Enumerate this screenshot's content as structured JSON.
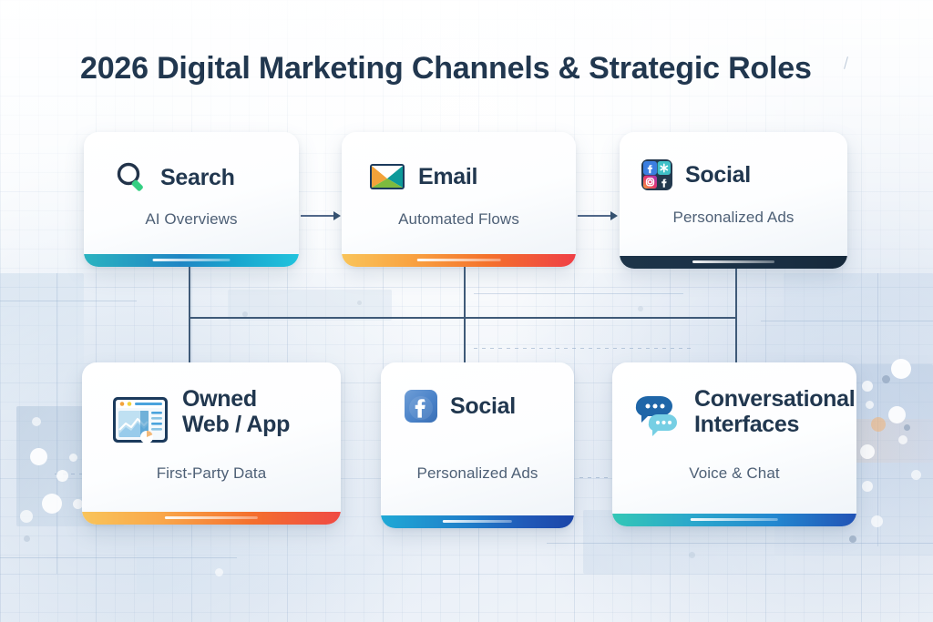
{
  "header": {
    "title": "2026 Digital Marketing Channels & Strategic Roles"
  },
  "colors": {
    "title_text": "#21374f",
    "card_title_text": "#21374f",
    "card_sub_text": "#4e6076",
    "connector": "#3f5a78",
    "background": "#f4f7fa"
  },
  "diagram": {
    "rows": [
      {
        "row_name": "top-row",
        "cards": [
          {
            "id": "search",
            "title": "Search",
            "subtitle": "AI Overviews",
            "icon": "magnifying-glass-icon",
            "bar_colors": [
              "#2bb3c0",
              "#1f86c4",
              "#22c3dd"
            ]
          },
          {
            "id": "email",
            "title": "Email",
            "subtitle": "Automated Flows",
            "icon": "envelope-icon",
            "bar_colors": [
              "#f9b34a",
              "#f4722c",
              "#ef3f46"
            ]
          },
          {
            "id": "social-grid",
            "title": "Social",
            "subtitle": "Personalized Ads",
            "icon": "social-apps-grid-icon",
            "bar_colors": [
              "#1d3449",
              "#1b3146",
              "#16293b"
            ]
          }
        ]
      },
      {
        "row_name": "bottom-row",
        "cards": [
          {
            "id": "owned-web-app",
            "title": "Owned Web / App",
            "title_line_1": "Owned",
            "title_line_2": "Web / App",
            "subtitle": "First-Party Data",
            "icon": "browser-dashboard-icon",
            "bar_colors": [
              "#f9b24b",
              "#f4702d",
              "#ef4a44"
            ]
          },
          {
            "id": "social-facebook",
            "title": "Social",
            "subtitle": "Personalized Ads",
            "icon": "facebook-icon",
            "bar_colors": [
              "#1fa9d6",
              "#1f7ec9",
              "#1c45a8"
            ]
          },
          {
            "id": "conversational-interfaces",
            "title": "Conversational Interfaces",
            "title_line_1": "Conversational",
            "title_line_2": "Interfaces",
            "subtitle": "Voice & Chat",
            "icon": "chat-bubbles-icon",
            "bar_colors": [
              "#33c7b6",
              "#2488d0",
              "#2152b5"
            ]
          }
        ]
      }
    ],
    "connectors": [
      {
        "name": "search-to-email-arrow",
        "type": "arrow",
        "from": "search",
        "to": "email"
      },
      {
        "name": "email-to-social-arrow",
        "type": "arrow",
        "from": "email",
        "to": "social-grid"
      },
      {
        "name": "top-to-bottom-tree",
        "type": "tree"
      }
    ]
  }
}
